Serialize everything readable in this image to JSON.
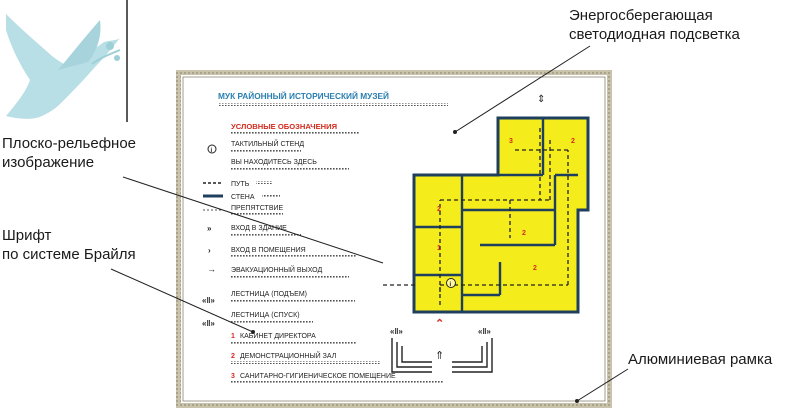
{
  "callouts": {
    "led_line1": "Энергосберегающая",
    "led_line2": "светодиодная подсветка",
    "relief_line1": "Плоско-рельефное",
    "relief_line2": "изображение",
    "braille_line1": "Шрифт",
    "braille_line2": "по системе Брайля",
    "frame": "Алюминиевая рамка"
  },
  "plaque": {
    "title": "МУК РАЙОННЫЙ ИСТОРИЧЕСКИЙ МУЗЕЙ",
    "legend_header": "УСЛОВНЫЕ ОБОЗНАЧЕНИЯ",
    "legend": [
      {
        "label": "ТАКТИЛЬНЫЙ СТЕНД",
        "icon": "info-circle-icon"
      },
      {
        "label": "ВЫ НАХОДИТЕСЬ ЗДЕСЬ",
        "icon": ""
      },
      {
        "label": "ПУТЬ",
        "icon": "dashed-path-icon"
      },
      {
        "label": "СТЕНА",
        "icon": "wall-line-icon"
      },
      {
        "label": "ПРЕПЯТСТВИЕ",
        "icon": "obstacle-dashed-icon"
      },
      {
        "label": "ВХОД В ЗДАНИЕ",
        "icon": "double-chevron-icon"
      },
      {
        "label": "ВХОД В ПОМЕЩЕНИЯ",
        "icon": "chevron-icon"
      },
      {
        "label": "ЭВАКУАЦИОННЫЙ ВЫХОД",
        "icon": "arrow-right-icon"
      },
      {
        "label": "ЛЕСТНИЦА (ПОДЪЕМ)",
        "icon": "stairs-up-icon"
      },
      {
        "label": "ЛЕСТНИЦА (СПУСК)",
        "icon": "stairs-down-icon"
      }
    ],
    "rooms": [
      {
        "num": "1",
        "label": "КАБИНЕТ ДИРЕКТОРА"
      },
      {
        "num": "2",
        "label": "ДЕМОНСТРАЦИОННЫЙ ЗАЛ"
      },
      {
        "num": "3",
        "label": "САНИТАРНО-ГИГИЕНИЧЕСКОЕ ПОМЕЩЕНИЕ"
      }
    ],
    "map_room_numbers": [
      "3",
      "2",
      "2",
      "2",
      "1",
      "2"
    ],
    "colors": {
      "title": "#2a7fb0",
      "red": "#d42a1e",
      "yellow": "#f5ec1c",
      "wall": "#1f3f5e",
      "frame": "#bfb8a0"
    }
  }
}
